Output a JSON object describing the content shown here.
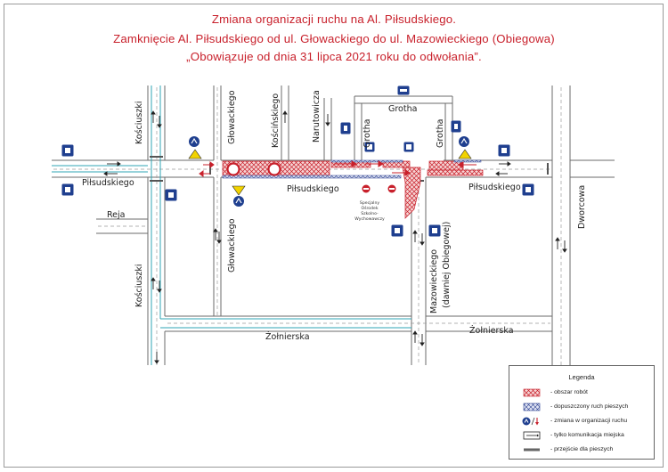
{
  "header": {
    "line1": "Zmiana organizacji ruchu na Al. Piłsudskiego.",
    "line2": "Zamknięcie Al. Piłsudskiego od ul. Głowackiego do ul. Mazowieckiego (Obiegowa)",
    "line3": "„Obowiązuje od dnia 31 lipca 2021 roku do odwołania”."
  },
  "streets": {
    "pilsudskiego_left": "Piłsudskiego",
    "pilsudskiego_center": "Piłsudskiego",
    "pilsudskiego_right": "Piłsudskiego",
    "kosciuszki_top": "Kościuszki",
    "kosciuszki_bottom": "Kościuszki",
    "glowackiego_top": "Głowackiego",
    "glowackiego_bottom": "Głowackiego",
    "koscinskiego": "Kościńskiego",
    "narutowicza": "Narutowicza",
    "grotha_top": "Grotha",
    "grotha_left": "Grotha",
    "grotha_right": "Grotha",
    "reja": "Reja",
    "zolnierska_left": "Żołnierska",
    "zolnierska_right": "Żołnierska",
    "mazowieckiego": "Mazowieckiego",
    "dawniej_obiegowej": "(dawniej Obiegowej)",
    "dworcowa": "Dworcowa"
  },
  "poi": {
    "school": "Specjalny Ośrodek Szkolno-Wychowawczy"
  },
  "legend": {
    "title": "Legenda",
    "items": [
      {
        "label": "- obszar robót",
        "symbol": "red-hatch"
      },
      {
        "label": "- dopuszczony ruch pieszych",
        "symbol": "blue-hatch"
      },
      {
        "label": "- zmiana w organizacji ruchu",
        "symbol": "sign-change"
      },
      {
        "label": "- tylko komunikacja miejska",
        "symbol": "bus-lane"
      },
      {
        "label": "- przejście dla pieszych",
        "symbol": "crossing"
      }
    ]
  },
  "colors": {
    "title": "#c8202b",
    "works_area": "#c8202b",
    "pedestrian_area": "#2a3f8f",
    "road_line": "#555555",
    "sign_blue": "#1f3f8f",
    "sign_yellow": "#f2d300",
    "bus_line": "#2fa6b5"
  }
}
